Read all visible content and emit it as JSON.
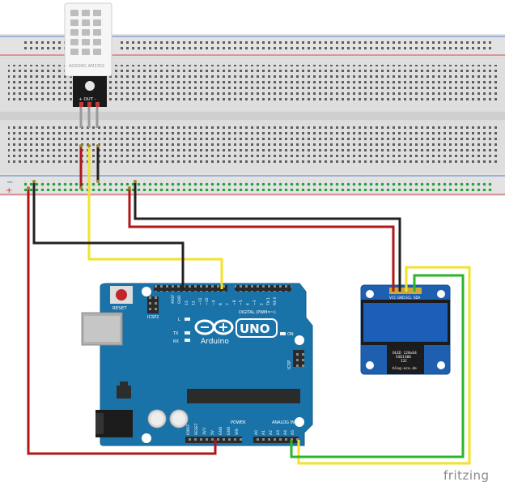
{
  "sensor": {
    "model": "AOSONG AM2302",
    "pin_label": "+ OUT -"
  },
  "arduino": {
    "board_name": "UNO",
    "brand": "Arduino",
    "reset_label": "RESET",
    "icsp_label": "ICSP",
    "icsp2_label": "ICSP2",
    "on_label": "ON",
    "tx_label": "TX",
    "rx_label": "RX",
    "l_label": "L",
    "digital_label": "DIGITAL (PWM=~)",
    "power_label": "POWER",
    "analog_label": "ANALOG IN",
    "aref_label": "AREF",
    "gnd_label": "GND",
    "digital_pins": [
      "13",
      "12",
      "~11",
      "~10",
      "~9",
      "8",
      "7",
      "~6",
      "~5",
      "4",
      "~3",
      "2",
      "TX 1",
      "RX 0"
    ],
    "power_pins": [
      "IOREF",
      "RESET",
      "3V3",
      "5V",
      "GND",
      "GND",
      "VIN"
    ],
    "analog_pins": [
      "A0",
      "A1",
      "A2",
      "A3",
      "A4",
      "A5"
    ]
  },
  "oled": {
    "pin_labels": [
      "VCC",
      "GND",
      "SCL",
      "SDA"
    ],
    "info_lines": [
      "OLED 128x64",
      "SSD1306",
      "I2C"
    ],
    "website": "blog-eco.de"
  },
  "breadboard": {
    "rail_minus": "−",
    "rail_plus": "+"
  },
  "footer": {
    "app_name": "fritzing"
  },
  "colors": {
    "wire_red": "#b01717",
    "wire_black": "#222222",
    "wire_yellow": "#f2e229",
    "wire_green": "#2bb52b",
    "arduino_blue": "#1a73a8",
    "oled_blue": "#1f5fb0"
  }
}
